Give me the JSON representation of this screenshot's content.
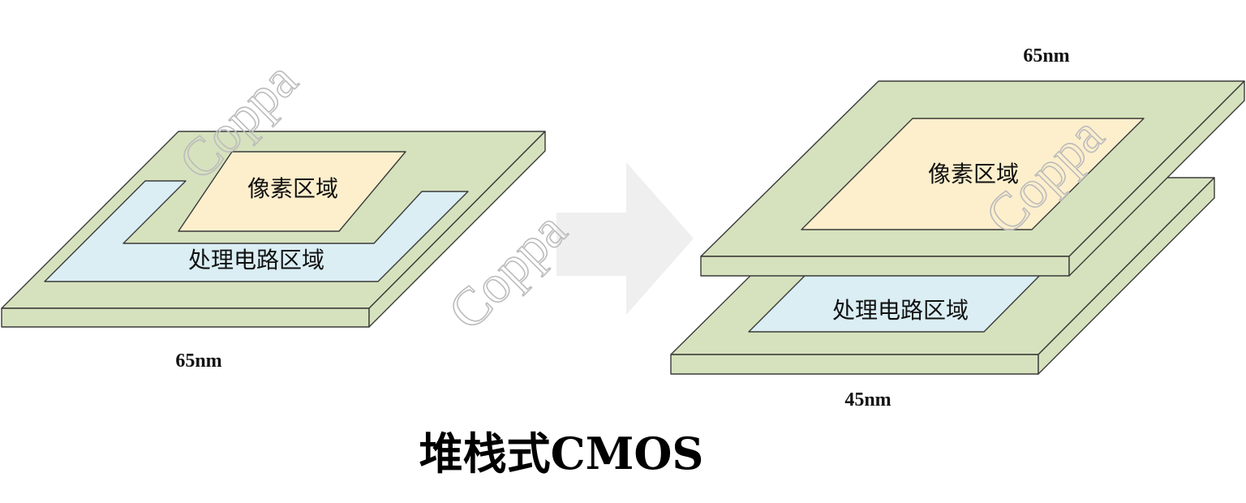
{
  "colors": {
    "board_top": "#d6e2bd",
    "board_edge": "#d6e2bd",
    "pixel_region": "#fdefcc",
    "processing_region": "#daeef4",
    "arrow": "#efefef",
    "outline": "#3a3a3a",
    "watermark": "#bcbcbc"
  },
  "left_chip": {
    "pixel_label": "像素区域",
    "processing_label": "处理电路区域",
    "node_label": "65nm"
  },
  "right_chip": {
    "top_layer": {
      "node_label": "65nm",
      "pixel_label": "像素区域"
    },
    "bottom_layer": {
      "node_label": "45nm",
      "processing_label": "处理电路区域"
    }
  },
  "arrow": {
    "icon": "right-arrow-icon"
  },
  "watermark_text": "Coppa",
  "title": "堆栈式CMOS"
}
